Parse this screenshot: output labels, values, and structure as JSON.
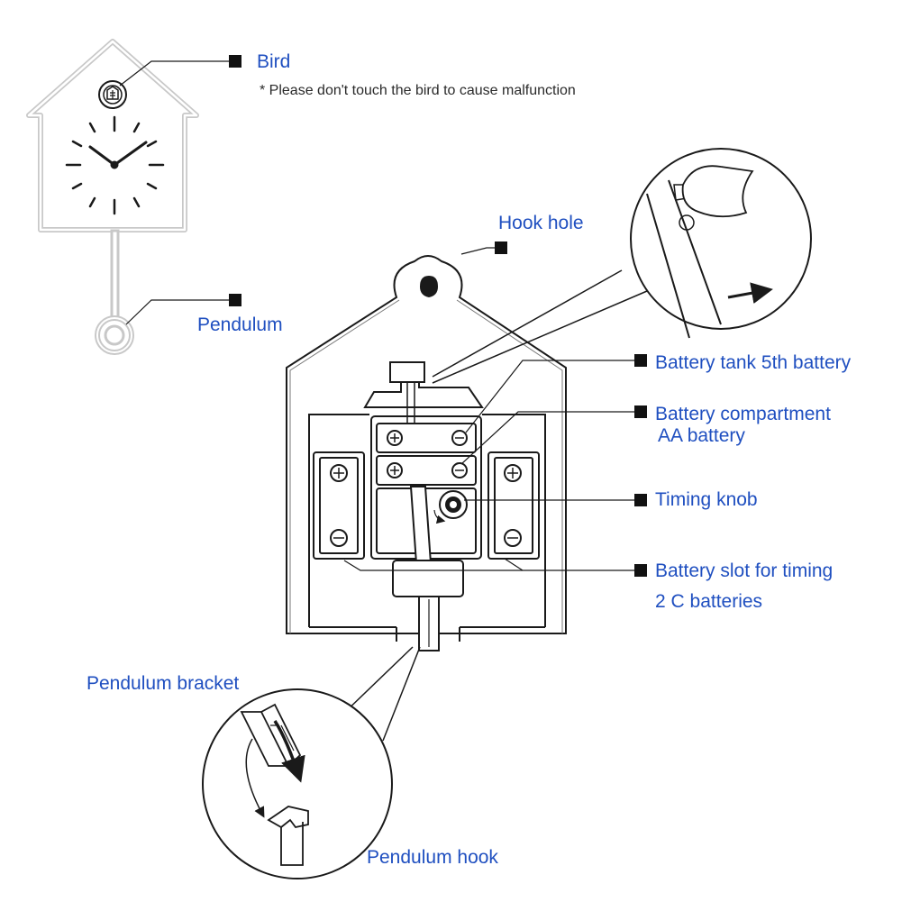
{
  "labels": {
    "bird": "Bird",
    "bird_note": "* Please don't touch the bird to cause malfunction",
    "pendulum": "Pendulum",
    "hook_hole": "Hook hole",
    "battery_tank": "Battery tank 5th battery",
    "battery_compartment_line1": "Battery compartment",
    "battery_compartment_line2": "AA battery",
    "timing_knob": "Timing knob",
    "battery_slot_line1": "Battery slot for timing",
    "battery_slot_line2": "2 C batteries",
    "pendulum_bracket": "Pendulum bracket",
    "pendulum_hook": "Pendulum hook"
  },
  "colors": {
    "label_text": "#1f4fc0",
    "line_art": "#1a1a1a",
    "callout_marker": "#111111",
    "outline_light": "#c8c8c8"
  },
  "icons": {
    "callout_marker": "filled-square",
    "bird": "bird-icon",
    "plus_terminal": "plus-circle-icon",
    "minus_terminal": "minus-circle-icon"
  }
}
